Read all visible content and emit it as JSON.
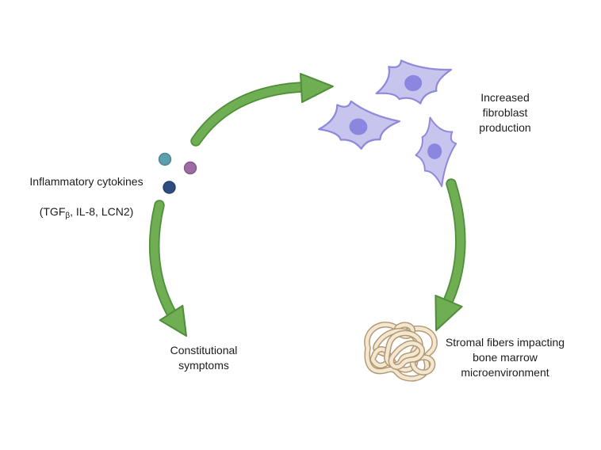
{
  "diagram": {
    "labels": {
      "inflammatory_line1": "Inflammatory cytokines",
      "inflammatory_line2_pre": "(TGF",
      "inflammatory_line2_sub": "β",
      "inflammatory_line2_post": ", IL-8, LCN2)",
      "fibroblast": "Increased\nfibroblast\nproduction",
      "stromal": "Stromal fibers impacting\nbone marrow\nmicroenvironment",
      "constitutional": "Constitutional\nsymptoms"
    },
    "colors": {
      "background": "#ffffff",
      "text": "#1c1c1c",
      "arrow_fill": "#6fae52",
      "arrow_outline": "#4f8e3b",
      "cell_body": "#c7c5ed",
      "cell_outline": "#8e89d9",
      "cell_nucleus": "#8b86e0",
      "dot_teal": "#5e9fae",
      "dot_teal_edge": "#4d8494",
      "dot_purple": "#9f6ba4",
      "dot_purple_edge": "#82578a",
      "dot_navy": "#2c4d7d",
      "dot_navy_edge": "#23406a",
      "fiber_light": "#f3e7d2",
      "fiber_dark": "#b29872"
    }
  }
}
